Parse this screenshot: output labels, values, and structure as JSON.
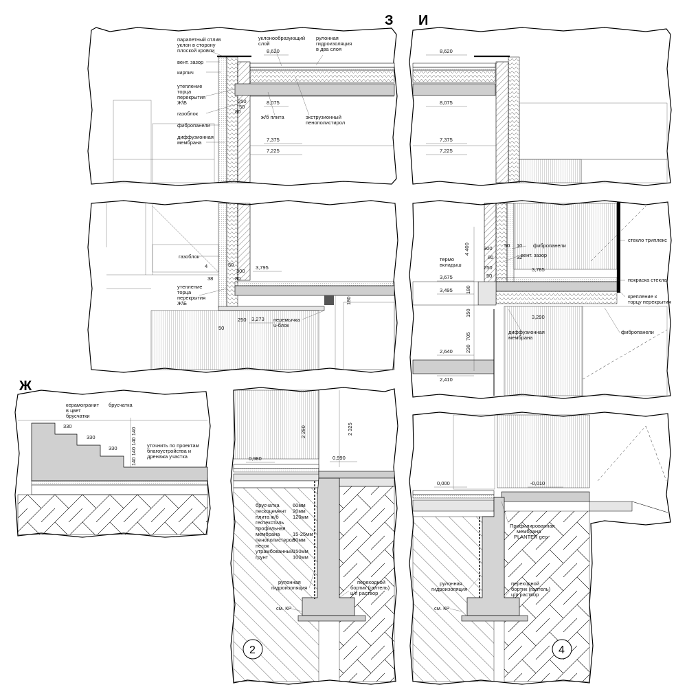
{
  "section_letters": {
    "z": "З",
    "i": "И",
    "zh": "Ж"
  },
  "circle_labels": {
    "c2": "2",
    "c4": "4"
  },
  "p1": {
    "labels": {
      "parapet": "парапетный отлив",
      "slope_dir": "уклон в сторону",
      "flat_roof": "плоской кровли",
      "vent_gap": "вент. зазор",
      "brick": "кирпич",
      "ins1": "утепление",
      "ins2": "торца",
      "ins3": "перекрытия",
      "ins4": "Ж\\Б",
      "gasblock": "газоблок",
      "fibro": "фибропанели",
      "diff1": "диффузионная",
      "diff2": "мембрана",
      "slope_layer1": "уклонообразующий",
      "slope_layer2": "слой",
      "roll1": "рулонная",
      "roll2": "гидроизоляция",
      "roll3": "в два слоя",
      "rc_slab": "ж/б плита",
      "xps1": "экструзионный",
      "xps2": "пенополистирол"
    },
    "elev": {
      "e1": "8,620",
      "e2": "8,075",
      "e3": "7,375",
      "e4": "7,225"
    },
    "dims": {
      "d1": "250",
      "d2": "50",
      "d3": "80"
    }
  },
  "p2": {
    "elev": {
      "e1": "8,620",
      "e2": "8,075",
      "e3": "7,375",
      "e4": "7,225"
    }
  },
  "p3": {
    "labels": {
      "gasblock": "газоблок",
      "ins1": "утепление",
      "ins2": "торца",
      "ins3": "перекрытия",
      "ins4": "Ж\\Б",
      "lintel1": "перемычка",
      "lintel2": "u-блок"
    },
    "elev": {
      "e1": "3,795",
      "e2": "3,273"
    },
    "dims": {
      "d4": "4",
      "d50a": "50",
      "d300": "300",
      "d38": "38",
      "d80": "80",
      "d250": "250",
      "d50b": "50",
      "d180": "180"
    }
  },
  "p4": {
    "labels": {
      "fibro": "фибропанели",
      "vent_gap": "вент. зазор",
      "thermo1": "термо",
      "thermo2": "вкладыш",
      "diff1": "диффузионная",
      "diff2": "мембрана",
      "triplex": "стекло триплекс",
      "glass_paint": "покраска стекла",
      "fix1": "крепление к",
      "fix2": "торцу перекрытия",
      "fibro2": "фибропанели"
    },
    "elev": {
      "e1": "3,675",
      "e2": "3,495",
      "e3": "3,785",
      "e4": "3,290",
      "e5": "2,640",
      "e6": "2,410"
    },
    "dims": {
      "d4400": "4 400",
      "d300": "300",
      "d50": "50",
      "d10": "10",
      "d80": "80",
      "d32": "32",
      "d250": "250",
      "d50b": "50",
      "d180": "180",
      "d150": "150",
      "d705": "705",
      "d230": "230"
    }
  },
  "p5": {
    "labels": {
      "ceramic1": "керамогранит",
      "ceramic2": "в цвет",
      "ceramic3": "брусчатки",
      "paving": "брусчатка",
      "note1": "уточнить по проектам",
      "note2": "благоустройства и",
      "note3": "дренажа участка"
    },
    "dims": {
      "s1": "330",
      "s2": "330",
      "s3": "330",
      "h": "140 140 140 140"
    }
  },
  "p6": {
    "elev": {
      "e1": "0,980",
      "e2": "0,990"
    },
    "dims": {
      "d1": "2 290",
      "d2": "2 325"
    },
    "layers": [
      {
        "name": "брусчатка",
        "t": "60мм"
      },
      {
        "name": "пескоцемент",
        "t": "20мм"
      },
      {
        "name": "плита ж/б",
        "t": "120мм"
      },
      {
        "name": "геотекстиль",
        "t": ""
      },
      {
        "name": "профильная",
        "t": ""
      },
      {
        "name": "мембрана",
        "t": "15-25мм"
      },
      {
        "name": "пенополистерол",
        "t": "50мм"
      },
      {
        "name": "песок",
        "t": ""
      },
      {
        "name": "утрамбованный",
        "t": "150мм"
      },
      {
        "name": "грунт",
        "t": "100мм"
      }
    ],
    "labels": {
      "roll1": "рулонная",
      "roll2": "гидроизоляция",
      "trans1": "переходной",
      "trans2": "бортик (галтель)",
      "trans3": "ц/п раствор",
      "see": "см. КР"
    }
  },
  "p7": {
    "elev": {
      "e1": "0,000",
      "e2": "-0,010"
    },
    "labels": {
      "prof1": "Профилированная",
      "prof2": "мембрана",
      "prof3": "PLANTER geo",
      "roll1": "рулонная",
      "roll2": "гидроизоляция",
      "trans1": "переходной",
      "trans2": "бортик (галтель)",
      "trans3": "ц/п раствор",
      "see": "см. КР"
    }
  }
}
